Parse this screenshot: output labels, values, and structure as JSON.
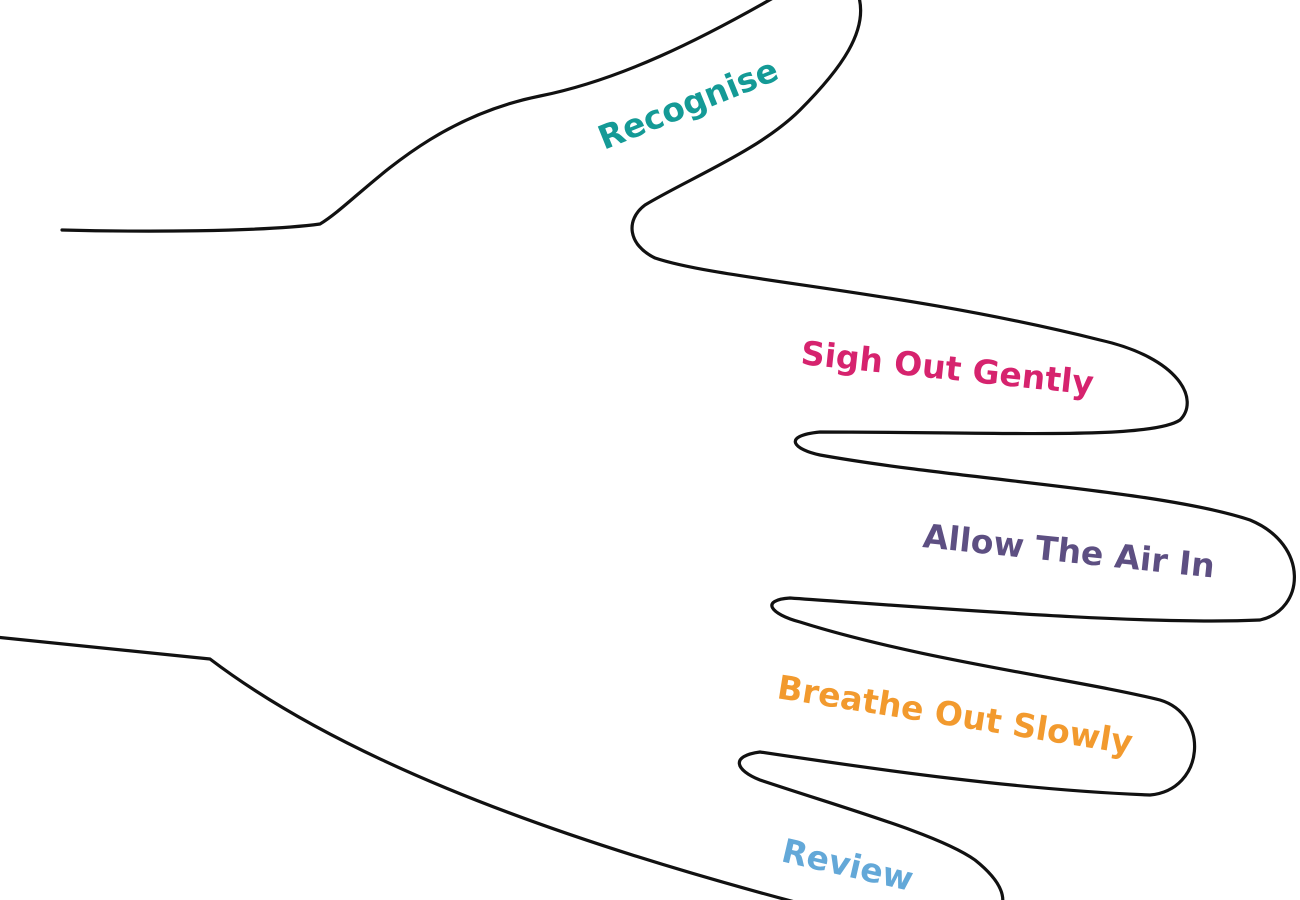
{
  "diagram": {
    "outline_color": "#111111",
    "steps": [
      {
        "label": "Recognise",
        "color": "#149a96"
      },
      {
        "label": "Sigh Out Gently",
        "color": "#d6236e"
      },
      {
        "label": "Allow The Air In",
        "color": "#5d4f82"
      },
      {
        "label": "Breathe Out Slowly",
        "color": "#f29a2e"
      },
      {
        "label": "Review",
        "color": "#63a8d8"
      }
    ]
  }
}
